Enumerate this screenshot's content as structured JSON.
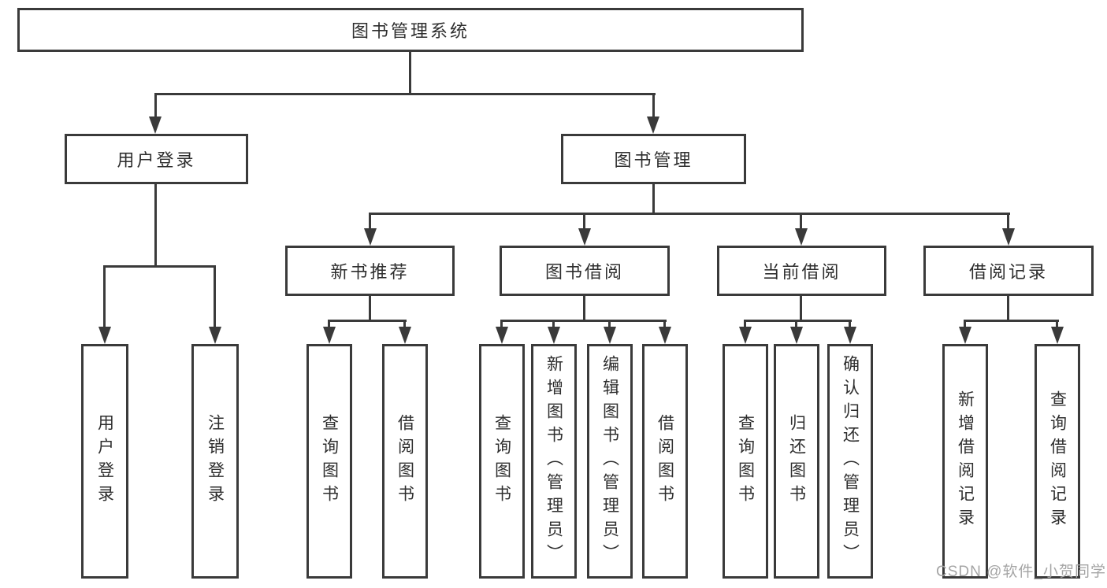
{
  "tree": {
    "root": "图书管理系统",
    "children": [
      {
        "label": "用户登录",
        "children": [
          "用户登录",
          "注销登录"
        ]
      },
      {
        "label": "图书管理",
        "children": [
          {
            "label": "新书推荐",
            "children": [
              "查询图书",
              "借阅图书"
            ]
          },
          {
            "label": "图书借阅",
            "children": [
              "查询图书",
              "新增图书（管理员）",
              "编辑图书（管理员）",
              "借阅图书"
            ]
          },
          {
            "label": "当前借阅",
            "children": [
              "查询图书",
              "归还图书",
              "确认归还（管理员）"
            ]
          },
          {
            "label": "借阅记录",
            "children": [
              "新增借阅记录",
              "查询借阅记录"
            ]
          }
        ]
      }
    ]
  },
  "watermark": {
    "text": "CSDN @软件_小贺同学"
  },
  "colors": {
    "line": "#3a3a3a",
    "text": "#2e2e2e",
    "watermark": "#a5a5a5",
    "background": "#ffffff"
  }
}
